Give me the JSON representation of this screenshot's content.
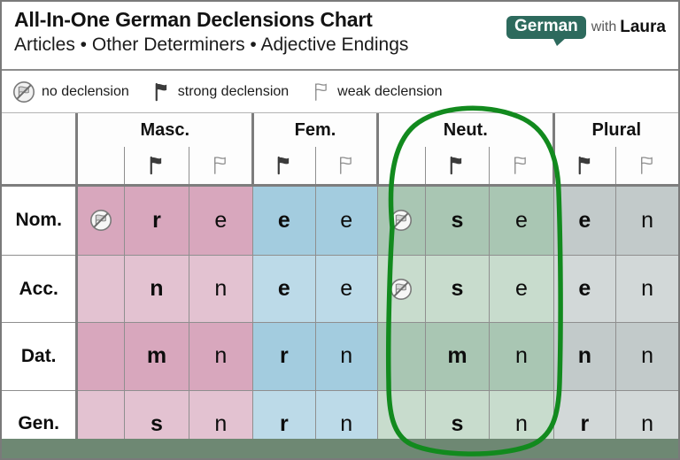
{
  "header": {
    "title": "All-In-One German Declensions Chart",
    "subtitle": "Articles • Other Determiners • Adjective Endings",
    "logo": {
      "bubble_text": "German",
      "with_text": "with",
      "name_text": "Laura",
      "brand_color": "#2d6a5d"
    }
  },
  "legend": {
    "items": [
      {
        "icon": "no-declension-icon",
        "label": "no declension"
      },
      {
        "icon": "strong-flag-icon",
        "label": "strong declension"
      },
      {
        "icon": "weak-flag-icon",
        "label": "weak declension"
      }
    ]
  },
  "table": {
    "corner_label": "",
    "genders": [
      {
        "key": "masc",
        "label": "Masc.",
        "color": "#d8a7bd",
        "has_none_column": true
      },
      {
        "key": "fem",
        "label": "Fem.",
        "color": "#a3ccdf",
        "has_none_column": false
      },
      {
        "key": "neut",
        "label": "Neut.",
        "color": "#a9c6b3",
        "has_none_column": true
      },
      {
        "key": "plur",
        "label": "Plural",
        "color": "#c2caca",
        "has_none_column": false
      }
    ],
    "subheaders": {
      "strong": "strong-flag-icon",
      "weak": "weak-flag-icon"
    },
    "cases": [
      "Nom.",
      "Acc.",
      "Dat.",
      "Gen."
    ],
    "rows": [
      {
        "case": "Nom.",
        "masc": {
          "none": "no-declension-icon",
          "strong": "r",
          "weak": "e"
        },
        "fem": {
          "none": "",
          "strong": "e",
          "weak": "e"
        },
        "neut": {
          "none": "no-declension-icon",
          "strong": "s",
          "weak": "e"
        },
        "plur": {
          "none": "",
          "strong": "e",
          "weak": "n"
        }
      },
      {
        "case": "Acc.",
        "masc": {
          "none": "",
          "strong": "n",
          "weak": "n"
        },
        "fem": {
          "none": "",
          "strong": "e",
          "weak": "e"
        },
        "neut": {
          "none": "no-declension-icon",
          "strong": "s",
          "weak": "e"
        },
        "plur": {
          "none": "",
          "strong": "e",
          "weak": "n"
        }
      },
      {
        "case": "Dat.",
        "masc": {
          "none": "",
          "strong": "m",
          "weak": "n"
        },
        "fem": {
          "none": "",
          "strong": "r",
          "weak": "n"
        },
        "neut": {
          "none": "",
          "strong": "m",
          "weak": "n"
        },
        "plur": {
          "none": "",
          "strong": "n",
          "weak": "n"
        }
      },
      {
        "case": "Gen.",
        "masc": {
          "none": "",
          "strong": "s",
          "weak": "n"
        },
        "fem": {
          "none": "",
          "strong": "r",
          "weak": "n"
        },
        "neut": {
          "none": "",
          "strong": "s",
          "weak": "n"
        },
        "plur": {
          "none": "",
          "strong": "r",
          "weak": "n"
        }
      }
    ]
  },
  "annotation": {
    "shape": "hand-drawn-oval",
    "target": "Neut.",
    "color": "#128a1e"
  }
}
